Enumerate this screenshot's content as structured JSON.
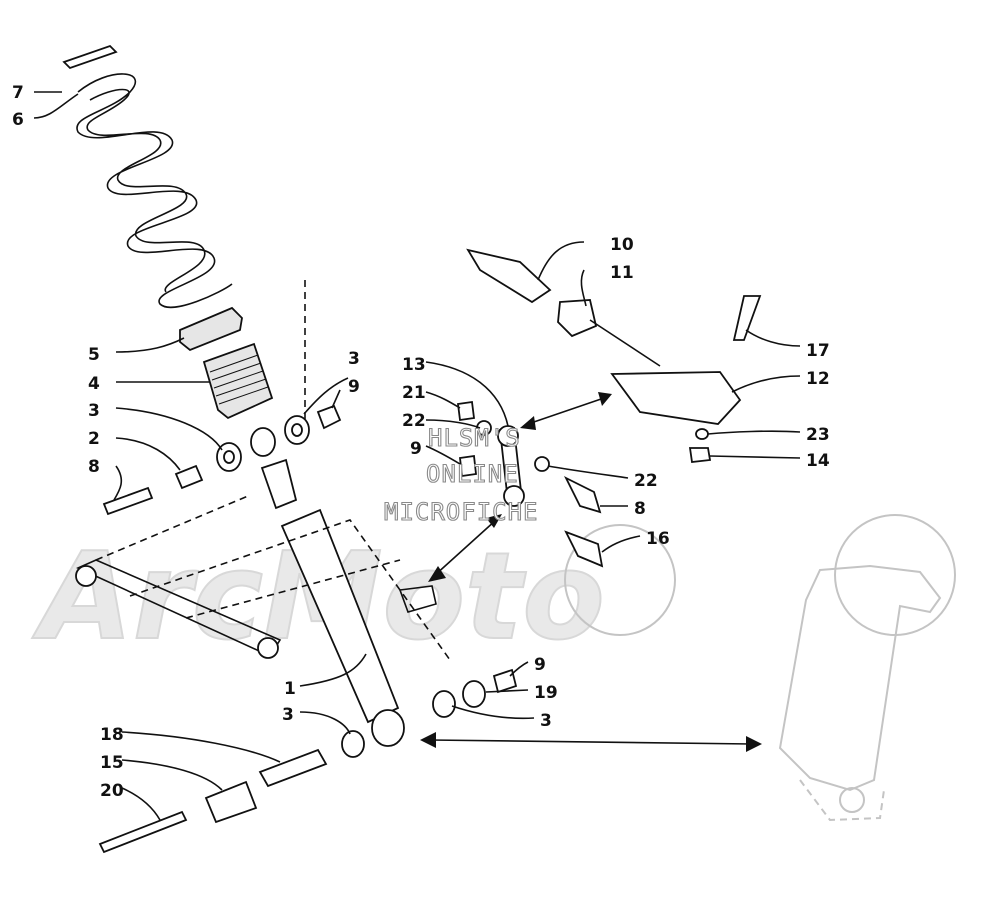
{
  "watermark": {
    "line1": "HLSM'S",
    "line2": "ONLINE",
    "line3": "MICROFICHE",
    "brand": "ArcMoto"
  },
  "callouts": {
    "c7": "7",
    "c6": "6",
    "c5": "5",
    "c4": "4",
    "c3a": "3",
    "c9a": "9",
    "c3b": "3",
    "c2": "2",
    "c8a": "8",
    "c10": "10",
    "c11": "11",
    "c17": "17",
    "c12": "12",
    "c13": "13",
    "c21": "21",
    "c22a": "22",
    "c9b": "9",
    "c23": "23",
    "c14": "14",
    "c22b": "22",
    "c8b": "8",
    "c16": "16",
    "c1": "1",
    "c9c": "9",
    "c19": "19",
    "c3c": "3",
    "c3d": "3",
    "c18": "18",
    "c15": "15",
    "c20": "20"
  }
}
